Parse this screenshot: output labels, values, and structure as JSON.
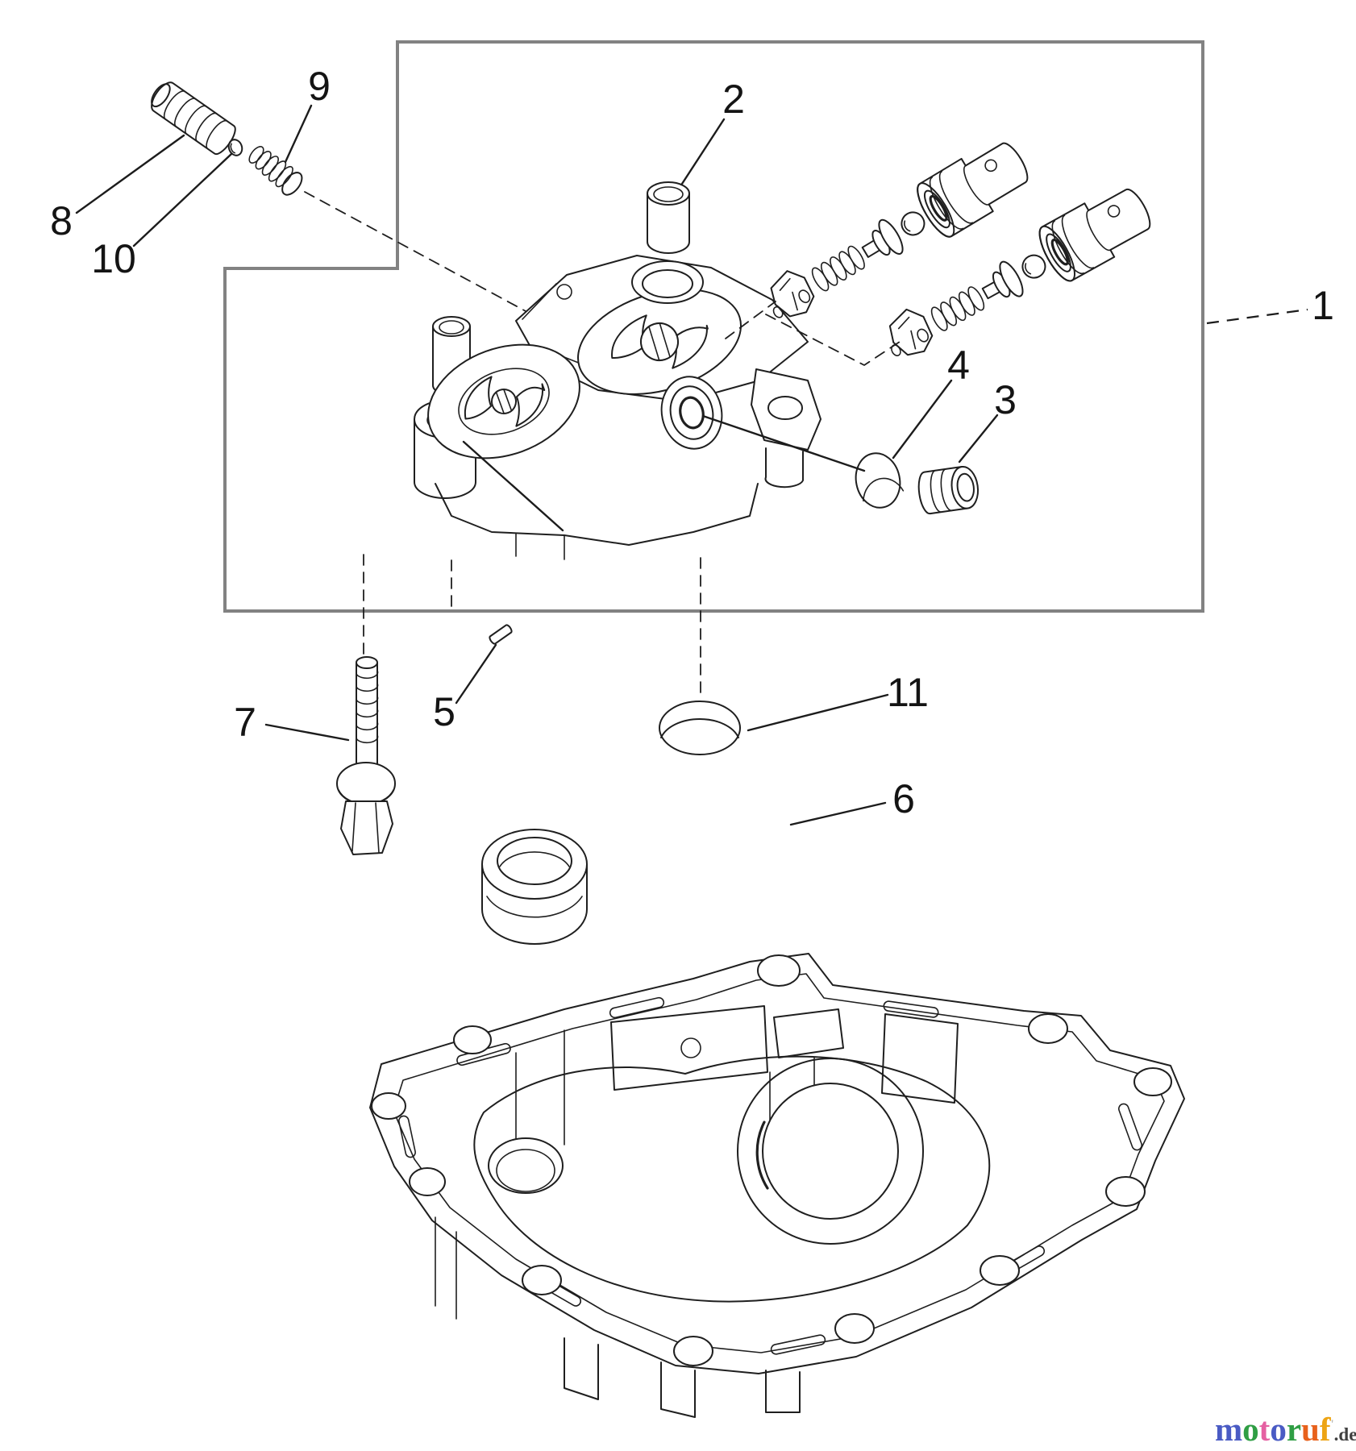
{
  "figure": {
    "kind": "exploded-parts-diagram",
    "background_color": "#ffffff",
    "line_color": "#1f1f1f",
    "callout_box_color": "#828282"
  },
  "callouts": [
    {
      "number": "1"
    },
    {
      "number": "2"
    },
    {
      "number": "3"
    },
    {
      "number": "4"
    },
    {
      "number": "5"
    },
    {
      "number": "6"
    },
    {
      "number": "7"
    },
    {
      "number": "8"
    },
    {
      "number": "9"
    },
    {
      "number": "10"
    },
    {
      "number": "11"
    }
  ],
  "logo": {
    "letters": [
      {
        "char": "m",
        "color": "#4a5bc4"
      },
      {
        "char": "o",
        "color": "#2f9e44"
      },
      {
        "char": "t",
        "color": "#e560a2"
      },
      {
        "char": "o",
        "color": "#4a5bc4"
      },
      {
        "char": "r",
        "color": "#2f9e44"
      },
      {
        "char": "u",
        "color": "#e8611c"
      },
      {
        "char": "f",
        "color": "#eda414"
      }
    ],
    "mark": "'",
    "mark_color": "#b9b9b9",
    "suffix": ".de",
    "suffix_color": "#3f3f3f"
  }
}
